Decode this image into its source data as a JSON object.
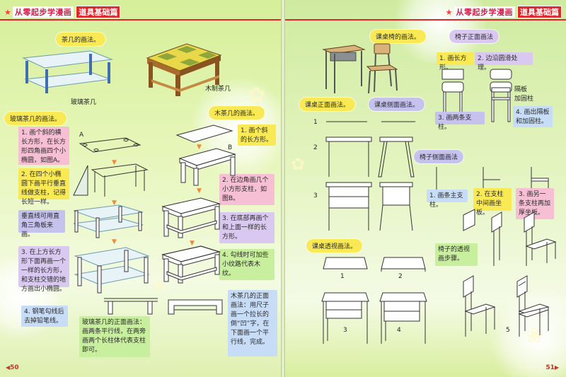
{
  "header": {
    "brand": "从零起步学漫画",
    "chapter": "道具基础篇"
  },
  "pages": {
    "left": "50",
    "right": "51"
  },
  "left": {
    "title_bubble": "茶几的画法。",
    "glass_label": "玻璃茶几",
    "wood_label": "木制茶几",
    "glass_bubble": "玻璃茶几的画法。",
    "wood_bubble": "木茶几的画法。",
    "letters": {
      "a": "A",
      "b": "B"
    },
    "glass_steps": [
      "1. 画个斜的横长方形，在长方形四角画四个小椭圆，如图A。",
      "2. 在四个小椭圆下画平行垂直线做支柱，记得长短一样。",
      "垂直线可用直角三角板来画。",
      "3. 在上方长方形下面再画一个一样的长方形，和支柱交错的地方画出小椭圆。",
      "4. 钢笔勾线后去掉铅笔线。"
    ],
    "glass_front_note": "玻璃茶几的正面画法：画两条平行线，在两旁画两个长柱体代表支柱即可。",
    "wood_steps": [
      "1. 画个斜的长方形。",
      "2. 在边角画几个小方形支柱，如图B。",
      "3. 在底部再画个和上面一样的长方形。",
      "4. 勾线时可加些小纹路代表木纹。"
    ],
    "wood_front_note": "木茶几的正面画法：用尺子画一个拉长的倒“凹”字，在下面画一个平行线，完成。"
  },
  "right": {
    "desk_title": "课桌椅的画法。",
    "chair_front_title": "椅子正面画法",
    "chair_front_steps": [
      "1. 画长方形。",
      "2. 边沿圆滑处理。",
      "3. 画两条支柱。",
      "4. 画出隔板和加固柱。"
    ],
    "chair_parts": [
      "隔板",
      "加固柱"
    ],
    "desk_front_bubble": "课桌正面画法。",
    "desk_side_bubble": "课桌侧面画法。",
    "chair_side_title": "椅子侧面画法",
    "chair_side_steps": [
      "1. 画条主支柱。",
      "2. 在支柱中间画坐板。",
      "3. 画另一条支柱再加厚坐板。"
    ],
    "chair_persp_note": "椅子的透视画步骤。",
    "desk_persp_bubble": "课桌透视画法。",
    "nums": {
      "n1": "1",
      "n2": "2",
      "n3": "3",
      "n4": "4",
      "n5": "5"
    }
  }
}
